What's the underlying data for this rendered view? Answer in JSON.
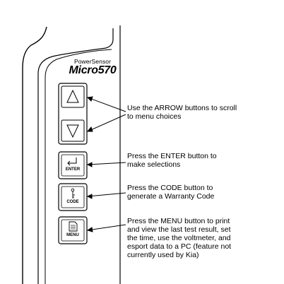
{
  "brand": {
    "subtitle": "PowerSensor",
    "model": "Micro570"
  },
  "buttons": {
    "up": {
      "icon": "up-arrow-icon"
    },
    "down": {
      "icon": "down-arrow-icon"
    },
    "enter": {
      "label": "ENTER",
      "icon": "enter-return-icon"
    },
    "code": {
      "label": "CODE",
      "icon": "code-key-icon"
    },
    "menu": {
      "label": "MENU",
      "icon": "document-icon"
    }
  },
  "callouts": {
    "arrows": {
      "line1": "Use the ARROW buttons to scroll",
      "line2": "to menu choices"
    },
    "enter": {
      "line1": "Press the ENTER button to",
      "line2": "make selections"
    },
    "code": {
      "line1": "Press the CODE button to",
      "line2": "generate a Warranty Code"
    },
    "menu": {
      "line1": "Press the MENU button to print",
      "line2": "and view the last test result, set",
      "line3": "the time, use the voltmeter, and",
      "line4": "esport data to a PC (feature not",
      "line5": "currently used by Kia)"
    }
  },
  "colors": {
    "ink": "#000000",
    "background": "#ffffff"
  }
}
